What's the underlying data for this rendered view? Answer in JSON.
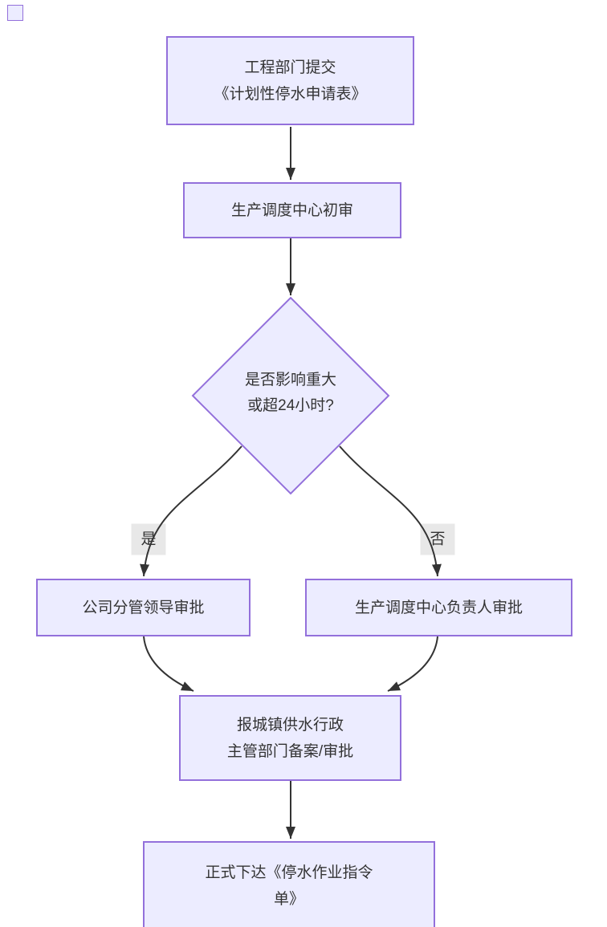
{
  "diagram": {
    "type": "flowchart",
    "direction": "top-down",
    "colors": {
      "node_fill": "#ECECFF",
      "node_border": "#9370DB",
      "edge_stroke": "#333333",
      "text": "#333333",
      "edge_label_bg": "#E8E8E8",
      "background": "#FFFFFF"
    },
    "nodes": {
      "submit": {
        "shape": "rect",
        "line1": "工程部门提交",
        "line2": "《计划性停水申请表》"
      },
      "initial_review": {
        "shape": "rect",
        "line1": "生产调度中心初审"
      },
      "decision": {
        "shape": "diamond",
        "line1": "是否影响重大",
        "line2": "或超24小时?"
      },
      "leader_approval": {
        "shape": "rect",
        "line1": "公司分管领导审批"
      },
      "center_head_approval": {
        "shape": "rect",
        "line1": "生产调度中心负责人审批"
      },
      "gov_filing": {
        "shape": "rect",
        "line1": "报城镇供水行政",
        "line2": "主管部门备案/审批"
      },
      "issue_order": {
        "shape": "rect",
        "line1": "正式下达《停水作业指令",
        "line2": "单》"
      }
    },
    "edges": [
      {
        "from": "submit",
        "to": "initial_review",
        "label": ""
      },
      {
        "from": "initial_review",
        "to": "decision",
        "label": ""
      },
      {
        "from": "decision",
        "to": "leader_approval",
        "label": "是"
      },
      {
        "from": "decision",
        "to": "center_head_approval",
        "label": "否"
      },
      {
        "from": "leader_approval",
        "to": "gov_filing",
        "label": ""
      },
      {
        "from": "center_head_approval",
        "to": "gov_filing",
        "label": ""
      },
      {
        "from": "gov_filing",
        "to": "issue_order",
        "label": ""
      }
    ]
  }
}
